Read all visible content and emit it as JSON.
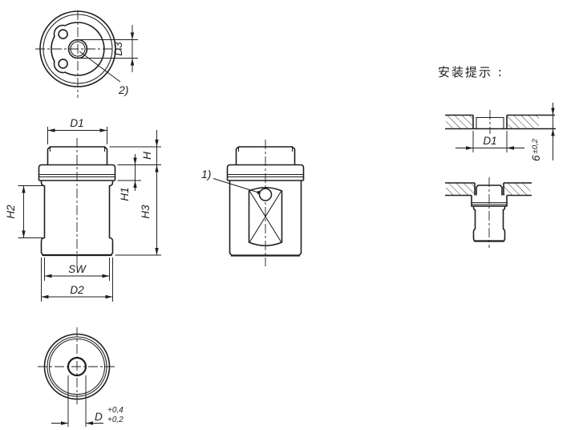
{
  "drawing": {
    "heading": "安装提示 :",
    "callouts": {
      "note1": "1)",
      "note2": "2)"
    },
    "dimensions": {
      "top_view_diameter": "D3",
      "front_d1": "D1",
      "front_h": "H",
      "front_h1": "H1",
      "front_h2": "H2",
      "front_h3": "H3",
      "front_sw": "SW",
      "front_d2": "D2",
      "install_d1": "D1",
      "install_depth_value": "6",
      "install_depth_tol": "±0,2",
      "bottom_d": "D",
      "bottom_tol_upper": "+0,4",
      "bottom_tol_lower": "+0,2"
    },
    "colors": {
      "line": "#1e1e1e",
      "background": "#ffffff"
    }
  }
}
